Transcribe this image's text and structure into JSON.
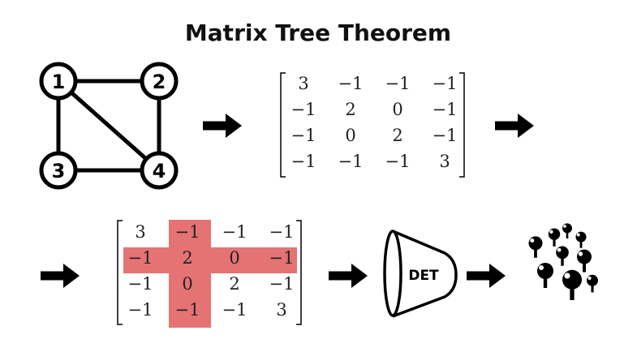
{
  "title": "Matrix Tree Theorem",
  "graph": {
    "nodes": [
      "1",
      "2",
      "3",
      "4"
    ],
    "edges": [
      [
        "1",
        "2"
      ],
      [
        "1",
        "3"
      ],
      [
        "1",
        "4"
      ],
      [
        "2",
        "4"
      ],
      [
        "3",
        "4"
      ]
    ]
  },
  "laplacian": [
    [
      "3",
      "−1",
      "−1",
      "−1"
    ],
    [
      "−1",
      "2",
      "0",
      "−1"
    ],
    [
      "−1",
      "0",
      "2",
      "−1"
    ],
    [
      "−1",
      "−1",
      "−1",
      "3"
    ]
  ],
  "highlight": {
    "row": 1,
    "col": 1,
    "color": "#e57373"
  },
  "det_label": "DET"
}
